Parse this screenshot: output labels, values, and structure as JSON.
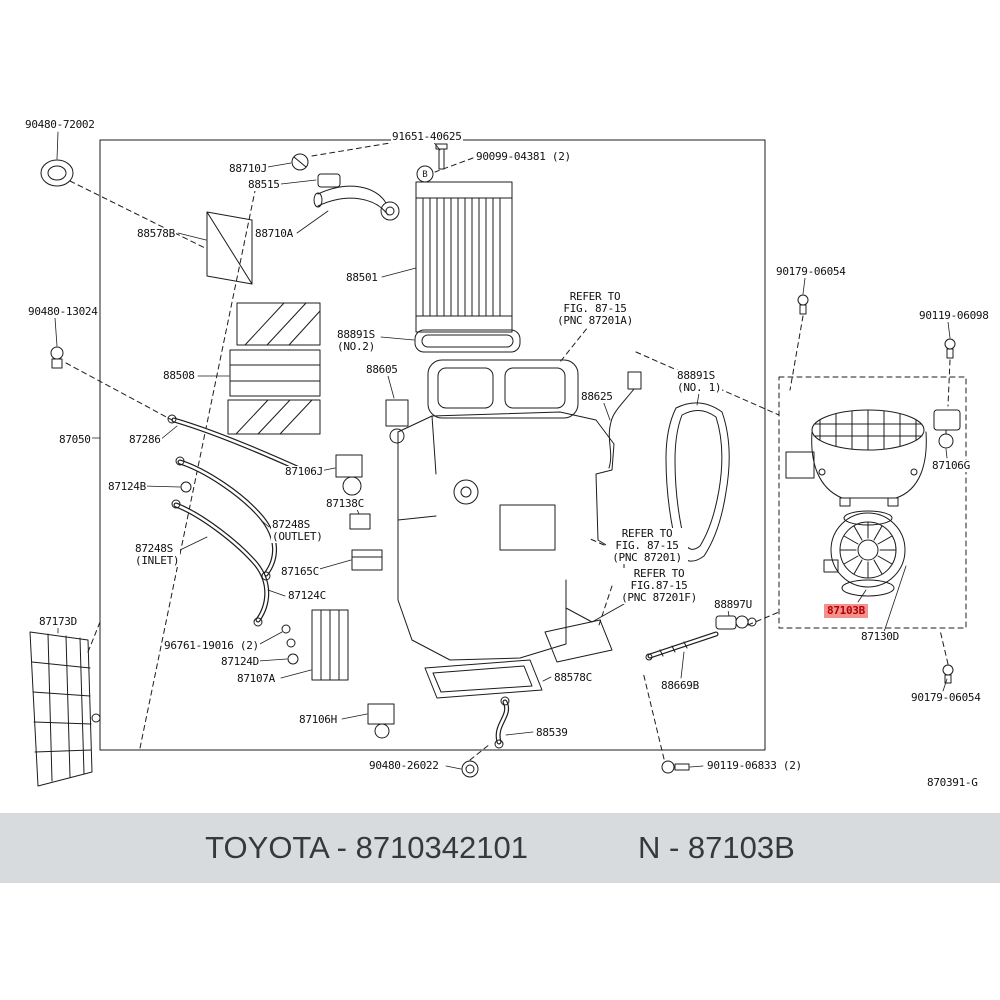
{
  "colors": {
    "highlight_bg": "#f2918d",
    "highlight_text": "#b50000",
    "footer_bg": "#d8dbde",
    "line": "#1c1c1c"
  },
  "footer": {
    "left_text": "TOYOTA - 8710342101",
    "right_text": "N - 87103B"
  },
  "callouts": [
    {
      "text": "B"
    }
  ],
  "labels": [
    {
      "text": "90480-72002"
    },
    {
      "text": "88710J"
    },
    {
      "text": "88515"
    },
    {
      "text": "91651-40625"
    },
    {
      "text": "90099-04381 (2)"
    },
    {
      "text": "88578B"
    },
    {
      "text": "88710A"
    },
    {
      "text": "88501"
    },
    {
      "text": "90179-06054"
    },
    {
      "text": "90119-06098"
    },
    {
      "text": "90480-13024"
    },
    {
      "text": "88891S\n(NO.2)"
    },
    {
      "text": "88605"
    },
    {
      "text": "REFER TO\nFIG. 87-15\n(PNC 87201A)"
    },
    {
      "text": "88625"
    },
    {
      "text": "88891S\n(NO. 1)"
    },
    {
      "text": "88508"
    },
    {
      "text": "87050"
    },
    {
      "text": "87286"
    },
    {
      "text": "87106J"
    },
    {
      "text": "87106G"
    },
    {
      "text": "87124B"
    },
    {
      "text": "87138C"
    },
    {
      "text": "87248S\n(OUTLET)"
    },
    {
      "text": "87248S\n(INLET)"
    },
    {
      "text": "87165C"
    },
    {
      "text": "REFER TO\nFIG. 87-15\n(PNC 87201)"
    },
    {
      "text": "REFER TO\nFIG.87-15\n(PNC 87201F)"
    },
    {
      "text": "87124C"
    },
    {
      "text": "96761-19016 (2)"
    },
    {
      "text": "87124D"
    },
    {
      "text": "87107A"
    },
    {
      "text": "87173D"
    },
    {
      "text": "88897U"
    },
    {
      "text": "87103B"
    },
    {
      "text": "87130D"
    },
    {
      "text": "88578C"
    },
    {
      "text": "88669B"
    },
    {
      "text": "87106H"
    },
    {
      "text": "88539"
    },
    {
      "text": "90480-26022"
    },
    {
      "text": "90119-06833 (2)"
    },
    {
      "text": "90179-06054"
    },
    {
      "text": "870391-G"
    }
  ]
}
